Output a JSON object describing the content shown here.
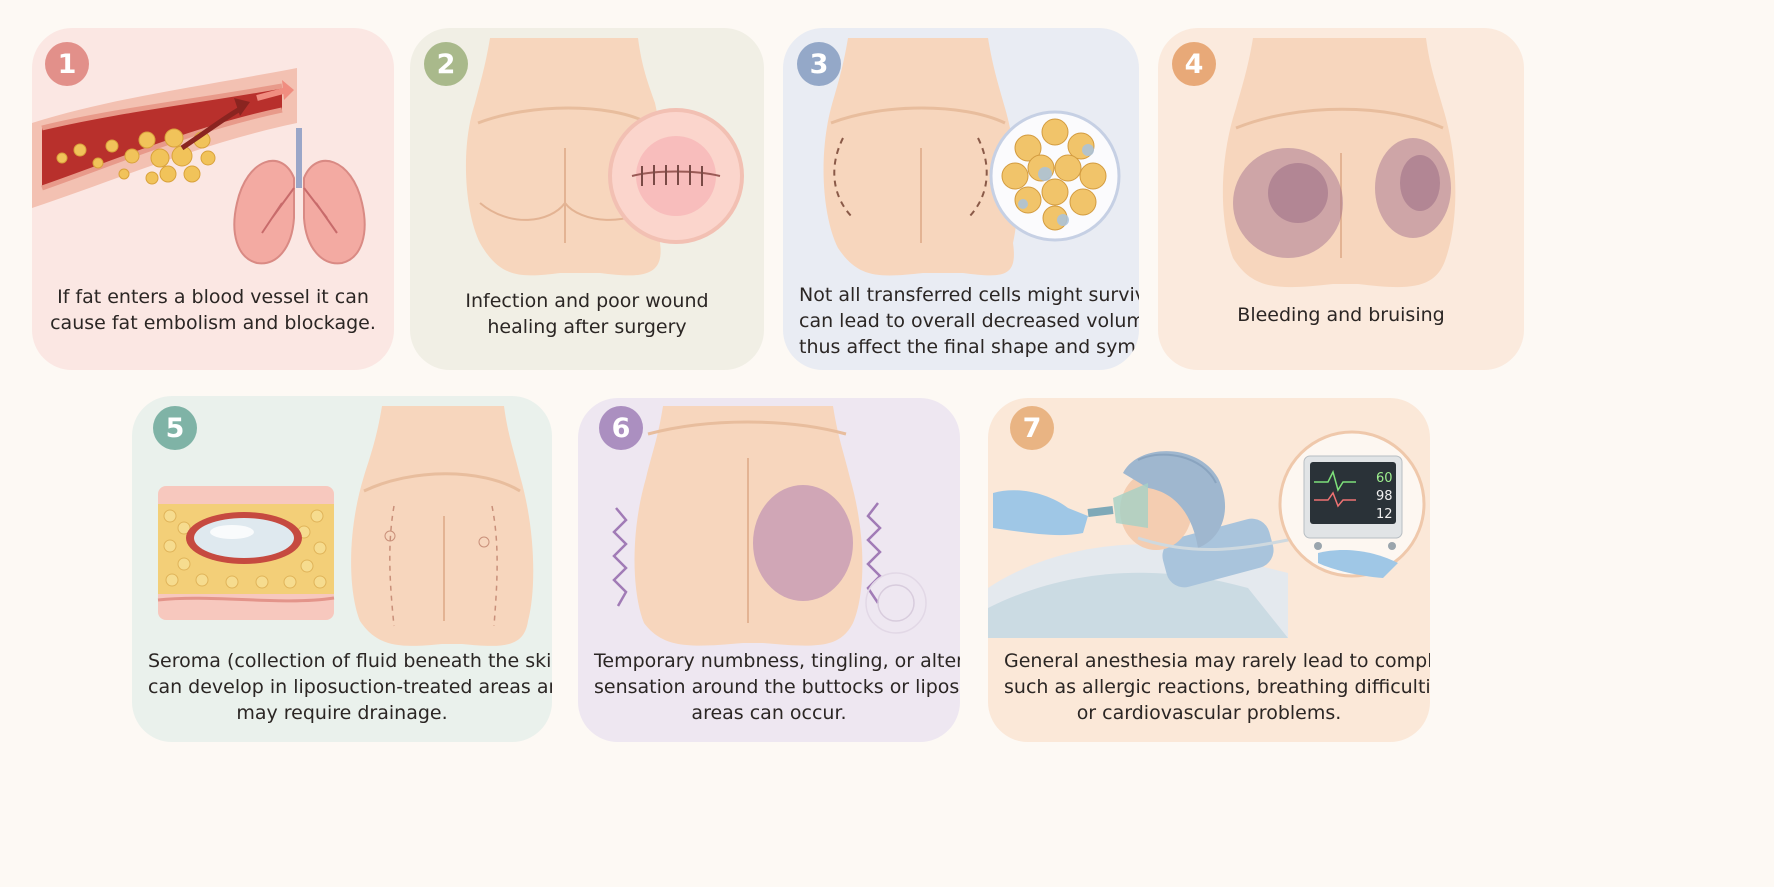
{
  "colors": {
    "page_bg": "#fdf9f4",
    "card1_bg": "#fbe7e3",
    "badge1": "#e2908a",
    "card2_bg": "#f1efe5",
    "badge2": "#a9b98b",
    "card3_bg": "#e9ecf3",
    "badge3": "#94a8c8",
    "card4_bg": "#fbeadd",
    "badge4": "#e8a978",
    "card5_bg": "#eaf1ec",
    "badge5": "#7fb3a6",
    "card6_bg": "#eee7f1",
    "badge6": "#ab8fc0",
    "card7_bg": "#fbe8d8",
    "badge7": "#e9b483"
  },
  "cards": [
    {
      "number": "1",
      "lines": [
        "If fat enters a blood vessel it can",
        "cause fat embolism and blockage."
      ],
      "icons": [
        "blood-vessel-icon",
        "fat-cells-icon",
        "arrow-icon",
        "lungs-icon"
      ]
    },
    {
      "number": "2",
      "lines": [
        "Infection and poor wound",
        "healing after surgery"
      ],
      "icons": [
        "buttocks-icon",
        "wound-closeup-icon"
      ]
    },
    {
      "number": "3",
      "lines": [
        "Not all transferred cells might survive and",
        "can lead to overall decreased volume and",
        "thus affect the final shape and symmetry."
      ],
      "icons": [
        "buttocks-icon",
        "fat-cells-closeup-icon"
      ]
    },
    {
      "number": "4",
      "lines": [
        "Bleeding and bruising"
      ],
      "icons": [
        "bruised-buttocks-icon"
      ]
    },
    {
      "number": "5",
      "lines": [
        "Seroma (collection of fluid beneath the skin)",
        "can develop in liposuction-treated areas and",
        "may require drainage."
      ],
      "icons": [
        "seroma-tissue-icon",
        "buttocks-incision-icon"
      ]
    },
    {
      "number": "6",
      "lines": [
        "Temporary numbness, tingling, or altered",
        "sensation around the buttocks or liposuction",
        "areas can occur."
      ],
      "icons": [
        "buttocks-icon",
        "tingling-wave-icon"
      ]
    },
    {
      "number": "7",
      "lines": [
        "General anesthesia may rarely lead to complications",
        "such as allergic reactions, breathing difficulties,",
        "or cardiovascular problems."
      ],
      "icons": [
        "patient-anesthesia-icon",
        "vital-monitor-icon"
      ]
    }
  ],
  "monitor": {
    "hr": "60",
    "spo2": "98",
    "rr": "12"
  }
}
